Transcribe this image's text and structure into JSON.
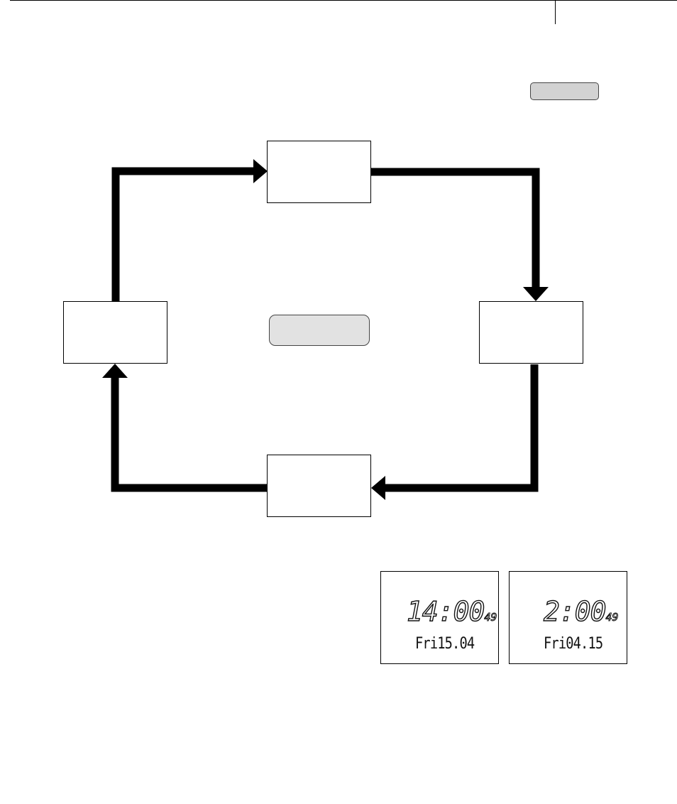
{
  "header": {
    "pill_label": ""
  },
  "diagram": {
    "center_label": "",
    "nodes": {
      "top": "",
      "right": "",
      "bottom": "",
      "left": ""
    }
  },
  "lcd_examples": [
    {
      "time": "14:00",
      "seconds": "49",
      "date": "Fri15.04"
    },
    {
      "time": "2:00",
      "seconds": "49",
      "date": "Fri04.15"
    }
  ],
  "colors": {
    "arrow": "#000000",
    "pill_fill": "#d2d2d2",
    "pill_center_fill": "#e2e2e2",
    "box_border": "#000000"
  },
  "icons": {
    "arrowhead": "arrowhead-icon"
  }
}
